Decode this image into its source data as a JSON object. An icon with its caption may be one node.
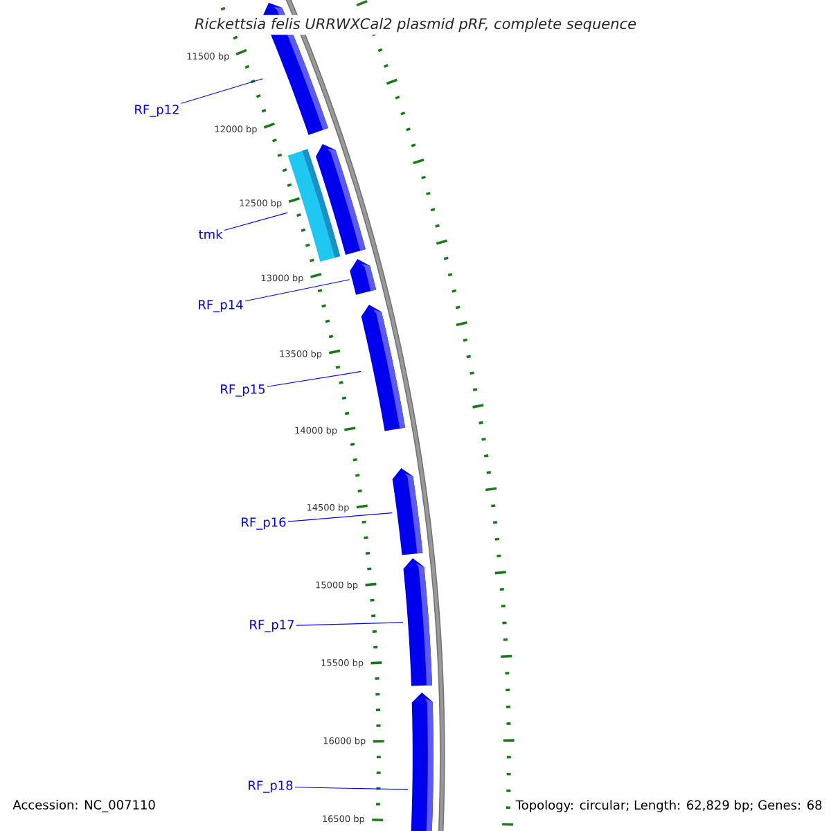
{
  "diagram": {
    "title": "Rickettsia felis URRWXCal2 plasmid pRF, complete sequence",
    "nodes": [
      {
        "text": [],
        "shape": "arrow"
      },
      {
        "text": [],
        "shape": "bar"
      },
      {
        "text": [],
        "shape": "arrow"
      },
      {
        "text": [],
        "shape": "arrow"
      },
      {
        "text": [],
        "shape": "arrow"
      },
      {
        "text": [],
        "shape": "arrow"
      },
      {
        "text": [],
        "shape": "arrow"
      },
      {
        "text": [],
        "shape": "arrow"
      },
      {
        "text": [
          "RF_p12"
        ]
      },
      {
        "text": [
          "tmk"
        ]
      },
      {
        "text": [
          "RF_p14"
        ]
      },
      {
        "text": [
          "RF_p15"
        ]
      },
      {
        "text": [
          "RF_p16"
        ]
      },
      {
        "text": [
          "RF_p17"
        ]
      },
      {
        "text": [
          "RF_p18"
        ]
      }
    ],
    "edges": [
      {
        "from": 8,
        "to": 0,
        "arrow": "none"
      },
      {
        "from": 9,
        "to": 1,
        "arrow": "none"
      },
      {
        "from": 10,
        "to": 3,
        "arrow": "none"
      },
      {
        "from": 11,
        "to": 4,
        "arrow": "none"
      },
      {
        "from": 12,
        "to": 5,
        "arrow": "none"
      },
      {
        "from": 13,
        "to": 6,
        "arrow": "none"
      },
      {
        "from": 14,
        "to": 7,
        "arrow": "none"
      }
    ],
    "labels": [
      "11500 bp",
      "12000 bp",
      "12500 bp",
      "13000 bp",
      "13500 bp",
      "14000 bp",
      "14500 bp",
      "15000 bp",
      "15500 bp",
      "16000 bp",
      "16500 bp",
      "Accession: NC_007110",
      "Topology: circular; Length: 62,829 bp; Genes: 68"
    ]
  }
}
